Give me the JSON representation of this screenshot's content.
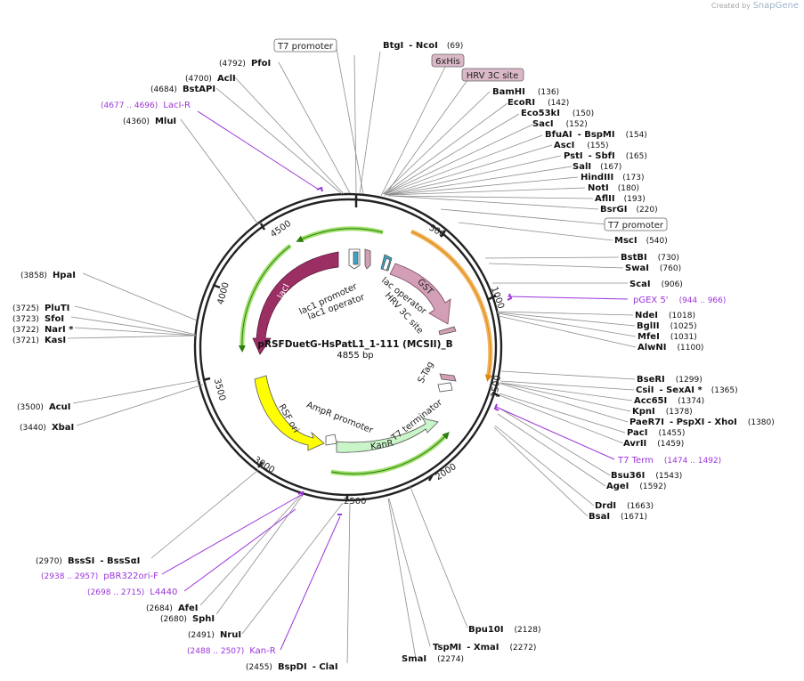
{
  "credit": {
    "prefix": "Created by",
    "brand": "SnapGene"
  },
  "plasmid": {
    "name": "pRSFDuetG-HsPatL1_1-111 (MCSII)_B",
    "length_label": "4855 bp"
  },
  "ticks": [
    "500",
    "1000",
    "1500",
    "2000",
    "2500",
    "3000",
    "3500",
    "4000",
    "4500"
  ],
  "features": [
    {
      "label": "lacI"
    },
    {
      "label": "GST"
    },
    {
      "label": "RSF ori"
    },
    {
      "label": "KanR"
    },
    {
      "label": "lac1 promoter"
    },
    {
      "label": "lac1 operator"
    },
    {
      "label": "lac operator"
    },
    {
      "label": "HRV 3C site"
    },
    {
      "label": "S-Tag"
    },
    {
      "label": "T7 terminator"
    },
    {
      "label": "AmpR promoter"
    }
  ],
  "boxed": [
    {
      "label": "T7 promoter"
    },
    {
      "label": "6xHis"
    },
    {
      "label": "HRV 3C site"
    },
    {
      "label": "T7 promoter"
    }
  ],
  "enzymes": [
    {
      "name": "BtgI",
      "extra": "- NcoI",
      "pos": "(69)"
    },
    {
      "name": "BamHI",
      "pos": "(136)"
    },
    {
      "name": "EcoRI",
      "pos": "(142)"
    },
    {
      "name": "Eco53kI",
      "pos": "(150)"
    },
    {
      "name": "SacI",
      "pos": "(152)"
    },
    {
      "name": "BfuAI",
      "extra": "- BspMI",
      "pos": "(154)"
    },
    {
      "name": "AscI",
      "pos": "(155)"
    },
    {
      "name": "PstI",
      "extra": "- SbfI",
      "pos": "(165)"
    },
    {
      "name": "SalI",
      "pos": "(167)"
    },
    {
      "name": "HindIII",
      "pos": "(173)"
    },
    {
      "name": "NotI",
      "pos": "(180)"
    },
    {
      "name": "AflII",
      "pos": "(193)"
    },
    {
      "name": "BsrGI",
      "pos": "(220)"
    },
    {
      "name": "MscI",
      "pos": "(540)"
    },
    {
      "name": "BstBI",
      "pos": "(730)"
    },
    {
      "name": "SwaI",
      "pos": "(760)"
    },
    {
      "name": "ScaI",
      "pos": "(906)"
    },
    {
      "name": "NdeI",
      "pos": "(1018)"
    },
    {
      "name": "BglII",
      "pos": "(1025)"
    },
    {
      "name": "MfeI",
      "pos": "(1031)"
    },
    {
      "name": "AlwNI",
      "pos": "(1100)"
    },
    {
      "name": "BseRI",
      "pos": "(1299)"
    },
    {
      "name": "CsiI",
      "extra": "- SexAI *",
      "pos": "(1365)"
    },
    {
      "name": "Acc65I",
      "pos": "(1374)"
    },
    {
      "name": "KpnI",
      "pos": "(1378)"
    },
    {
      "name": "PaeR7I",
      "extra": "- PspXI  - XhoI",
      "pos": "(1380)"
    },
    {
      "name": "PacI",
      "pos": "(1455)"
    },
    {
      "name": "AvrII",
      "pos": "(1459)"
    },
    {
      "name": "Bsu36I",
      "pos": "(1543)"
    },
    {
      "name": "AgeI",
      "pos": "(1592)"
    },
    {
      "name": "DrdI",
      "pos": "(1663)"
    },
    {
      "name": "BsaI",
      "pos": "(1671)"
    },
    {
      "name": "Bpu10I",
      "pos": "(2128)"
    },
    {
      "name": "TspMI",
      "extra": "- XmaI",
      "pos": "(2272)"
    },
    {
      "name": "SmaI",
      "pos": "(2274)"
    },
    {
      "name": "BspDI",
      "extra": "- ClaI",
      "pos": "(2455)"
    },
    {
      "name": "NruI",
      "pos": "(2491)"
    },
    {
      "name": "SphI",
      "pos": "(2680)"
    },
    {
      "name": "AfeI",
      "pos": "(2684)"
    },
    {
      "name": "BssSI",
      "extra": "- BssSαI",
      "pos": "(2970)"
    },
    {
      "name": "XbaI",
      "pos": "(3440)"
    },
    {
      "name": "AcuI",
      "pos": "(3500)"
    },
    {
      "name": "KasI",
      "pos": "(3721)"
    },
    {
      "name": "NarI *",
      "pos": "(3722)"
    },
    {
      "name": "SfoI",
      "pos": "(3723)"
    },
    {
      "name": "PluTI",
      "pos": "(3725)"
    },
    {
      "name": "HpaI",
      "pos": "(3858)"
    },
    {
      "name": "MluI",
      "pos": "(4360)"
    },
    {
      "name": "BstAPI",
      "pos": "(4684)"
    },
    {
      "name": "AclI",
      "pos": "(4700)"
    },
    {
      "name": "PfoI",
      "pos": "(4792)"
    }
  ],
  "primers": [
    {
      "name": "LacI-R",
      "range": "(4677 .. 4696)"
    },
    {
      "name": "pGEX 5'",
      "range": "(944 .. 966)"
    },
    {
      "name": "T7 Term",
      "range": "(1474 .. 1492)"
    },
    {
      "name": "pBR322ori-F",
      "range": "(2938 .. 2957)"
    },
    {
      "name": "L4440",
      "range": "(2698 .. 2715)"
    },
    {
      "name": "Kan-R",
      "range": "(2488 .. 2507)"
    }
  ],
  "colors": {
    "lacI": "#9b2f64",
    "GST": "#d39fb6",
    "RSFori": "#ffff00",
    "KanR": "#c9f5c9",
    "orangeArc": "#f3b25c",
    "greenArc": "#7bd23c",
    "primer": "#9b35d8",
    "line": "#8c8c8c",
    "ring": "#222222"
  }
}
